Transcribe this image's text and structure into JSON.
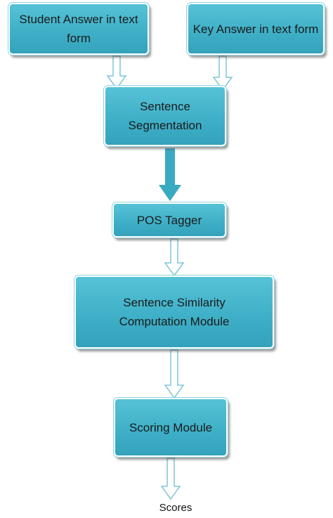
{
  "diagram": {
    "nodes": {
      "student_answer": "Student Answer in text form",
      "key_answer": "Key Answer in text form",
      "sentence_segmentation": "Sentence Segmentation",
      "pos_tagger": "POS Tagger",
      "similarity_module": "Sentence Similarity Computation Module",
      "scoring_module": "Scoring Module"
    },
    "output": "Scores",
    "edges": [
      [
        "student_answer",
        "sentence_segmentation"
      ],
      [
        "key_answer",
        "sentence_segmentation"
      ],
      [
        "sentence_segmentation",
        "pos_tagger"
      ],
      [
        "pos_tagger",
        "similarity_module"
      ],
      [
        "similarity_module",
        "scoring_module"
      ],
      [
        "scoring_module",
        "output"
      ]
    ],
    "colors": {
      "box_fill": "#3fb0c8",
      "box_border": "#ffffff",
      "arrow_fill": "#ffffff",
      "arrow_stroke": "#7fc6d6",
      "thick_arrow": "#3aa9c2"
    }
  }
}
